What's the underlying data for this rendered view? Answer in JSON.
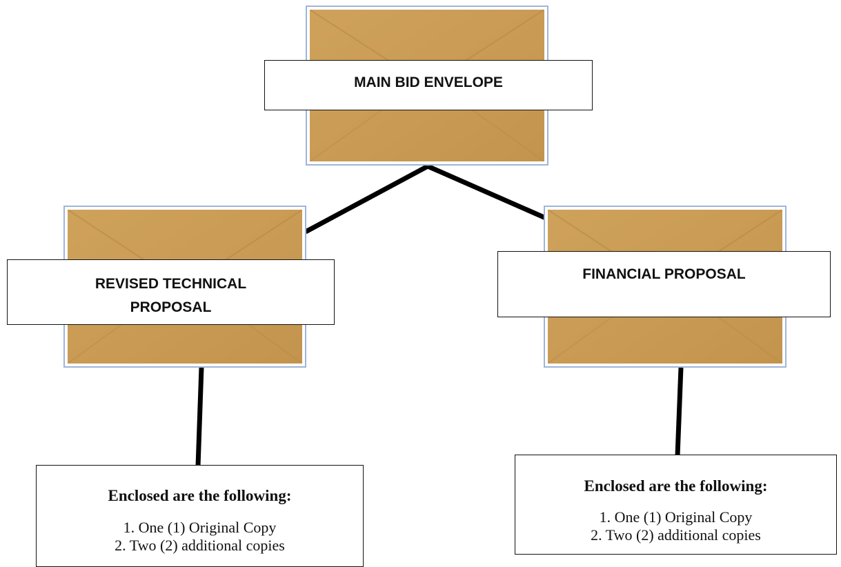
{
  "colors": {
    "envelope": "#c99a52",
    "envelope_border": "#9fb4d8",
    "line": "#000000"
  },
  "main_envelope": {
    "label": "MAIN BID ENVELOPE"
  },
  "technical_envelope": {
    "label_line1": "REVISED TECHNICAL",
    "label_line2": "PROPOSAL"
  },
  "financial_envelope": {
    "label": "FINANCIAL PROPOSAL"
  },
  "technical_contents": {
    "heading": "Enclosed are the following:",
    "items": [
      "1. One (1) Original Copy",
      "2. Two (2) additional copies"
    ]
  },
  "financial_contents": {
    "heading": "Enclosed are the following:",
    "items": [
      "1. One (1) Original Copy",
      "2. Two (2) additional copies"
    ]
  }
}
